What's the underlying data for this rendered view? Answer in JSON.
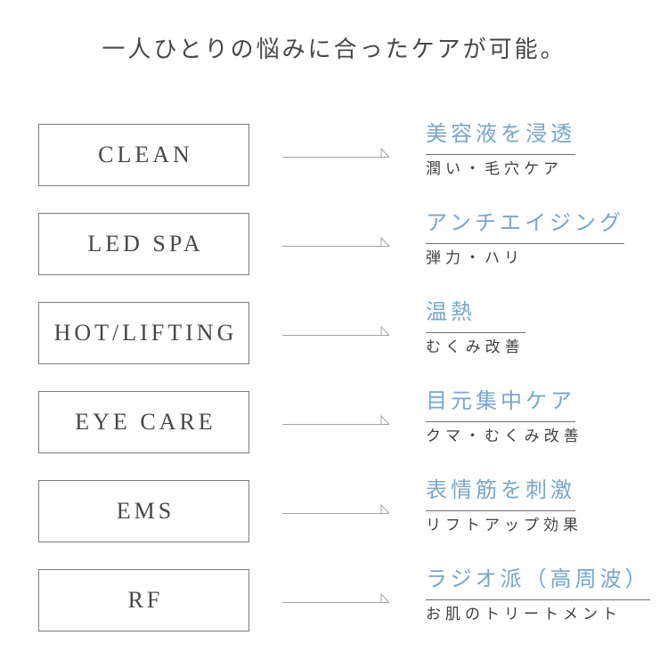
{
  "title": "一人ひとりの悩みに合ったケアが可能。",
  "rows": [
    {
      "mode": "CLEAN",
      "benefit": "美容液を浸透",
      "detail": "潤い・毛穴ケア"
    },
    {
      "mode": "LED SPA",
      "benefit": "アンチエイジング",
      "detail": "弾力・ハリ"
    },
    {
      "mode": "HOT/LIFTING",
      "benefit": "温熱",
      "detail": "むくみ改善"
    },
    {
      "mode": "EYE CARE",
      "benefit": "目元集中ケア",
      "detail": "クマ・むくみ改善"
    },
    {
      "mode": "EMS",
      "benefit": "表情筋を刺激",
      "detail": "リフトアップ効果"
    },
    {
      "mode": "RF",
      "benefit": "ラジオ派（高周波）",
      "detail": "お肌のトリートメント"
    }
  ],
  "colors": {
    "accent_blue": "#7aa6ca",
    "text_dark": "#474747",
    "box_border": "#7d7d7d",
    "arrow_gray": "#a3a3a3",
    "underline_gray": "#6e6e6e"
  }
}
